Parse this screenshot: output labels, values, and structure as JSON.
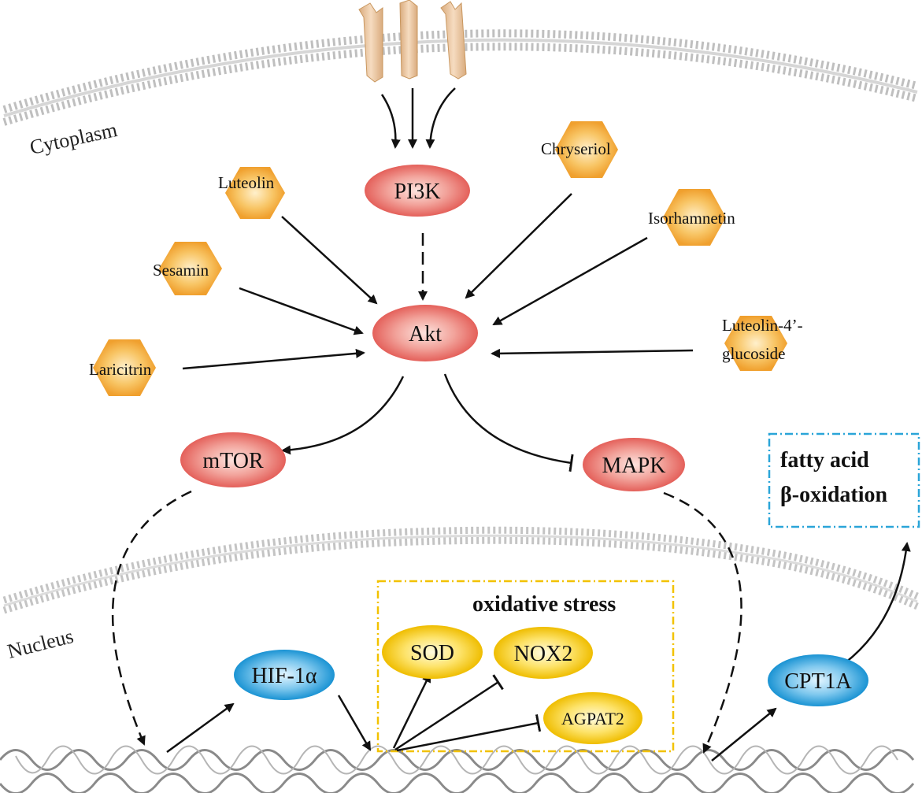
{
  "compartments": {
    "cytoplasm": "Cytoplasm",
    "nucleus": "Nucleus"
  },
  "proteins": {
    "pi3k": "PI3K",
    "akt": "Akt",
    "mtor": "mTOR",
    "mapk": "MAPK",
    "hif1a": "HIF-1α",
    "cpt1a": "CPT1A",
    "sod": "SOD",
    "nox2": "NOX2",
    "agpat2": "AGPAT2"
  },
  "compounds": {
    "luteolin": "Luteolin",
    "sesamin": "Sesamin",
    "laricitrin": "Laricitrin",
    "chryseriol": "Chryseriol",
    "isorhamnetin": "Isorhamnetin",
    "luteolin_glucoside_line1": "Luteolin-4’-",
    "luteolin_glucoside_line2": "glucoside"
  },
  "boxes": {
    "oxidative_stress": "oxidative stress",
    "fatty_acid_line1": "fatty acid",
    "fatty_acid_line2": "β-oxidation"
  },
  "colors": {
    "red_node": "#e8706a",
    "red_node_light": "#fbd3cd",
    "blue_node": "#2a9ed8",
    "blue_node_light": "#cdebfa",
    "yellow_node": "#f2c200",
    "yellow_node_light": "#fff6b3",
    "hexagon": "#f3a83a",
    "hexagon_light": "#fde3b0",
    "receptor": "#e9c8a3",
    "membrane": "#b9b9b9",
    "oxidative_box_border": "#f2c200",
    "fatty_acid_box_border": "#2aa5d8"
  }
}
